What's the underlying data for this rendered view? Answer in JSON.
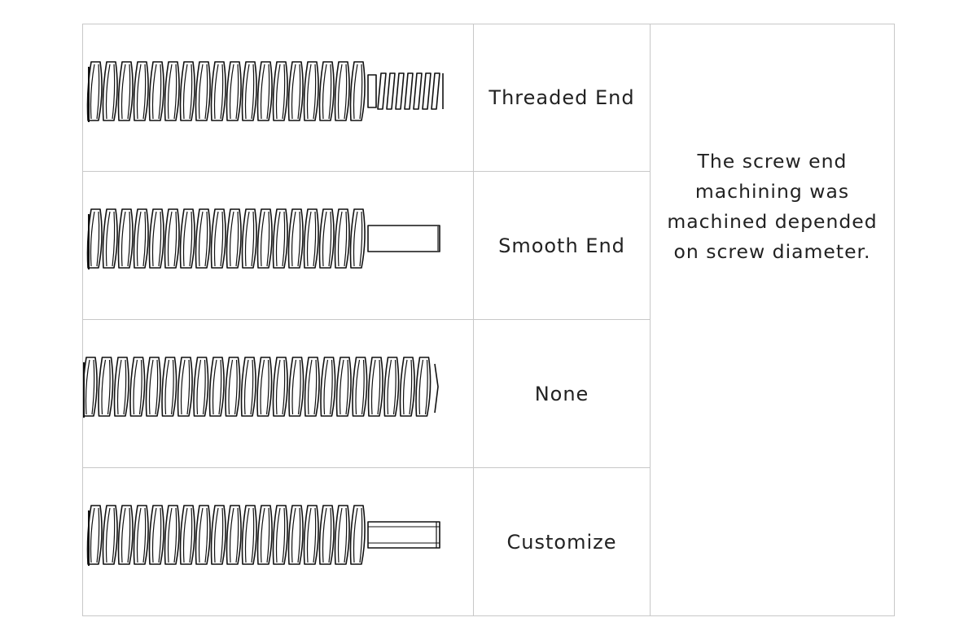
{
  "rows": [
    {
      "label": "Threaded End",
      "end_style": "threaded"
    },
    {
      "label": "Smooth End",
      "end_style": "smooth"
    },
    {
      "label": "None",
      "end_style": "none"
    },
    {
      "label": "Customize",
      "end_style": "hex"
    }
  ],
  "note": "The screw end machining was machined depended on screw diameter."
}
